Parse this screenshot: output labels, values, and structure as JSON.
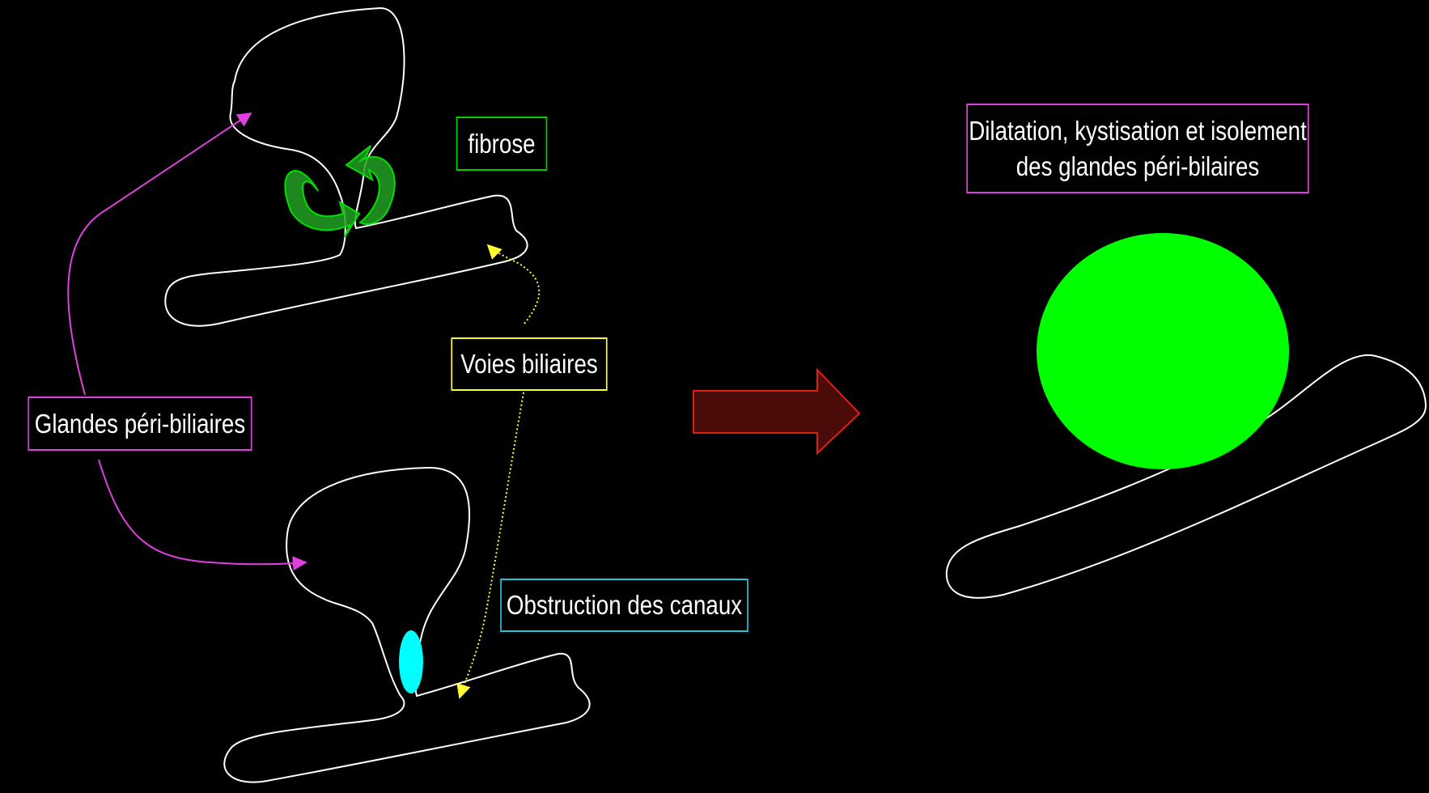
{
  "labels": {
    "glandes": "Glandes péri-biliaires",
    "fibrose": "fibrose",
    "voies": "Voies biliaires",
    "obstruction": "Obstruction des canaux",
    "dilatation_line1": "Dilatation, kystisation et isolement",
    "dilatation_line2": "des glandes péri-bilaires"
  },
  "colors": {
    "background": "#000000",
    "outline": "#ffffff",
    "glandes": "#e040e0",
    "fibrose": "#00d000",
    "voies": "#ffff30",
    "obstruction": "#20c8d8",
    "obstruction_marker": "#00ffff",
    "cyst": "#00ff00",
    "arrow_fill": "#4a0c08",
    "arrow_stroke": "#e02010"
  }
}
